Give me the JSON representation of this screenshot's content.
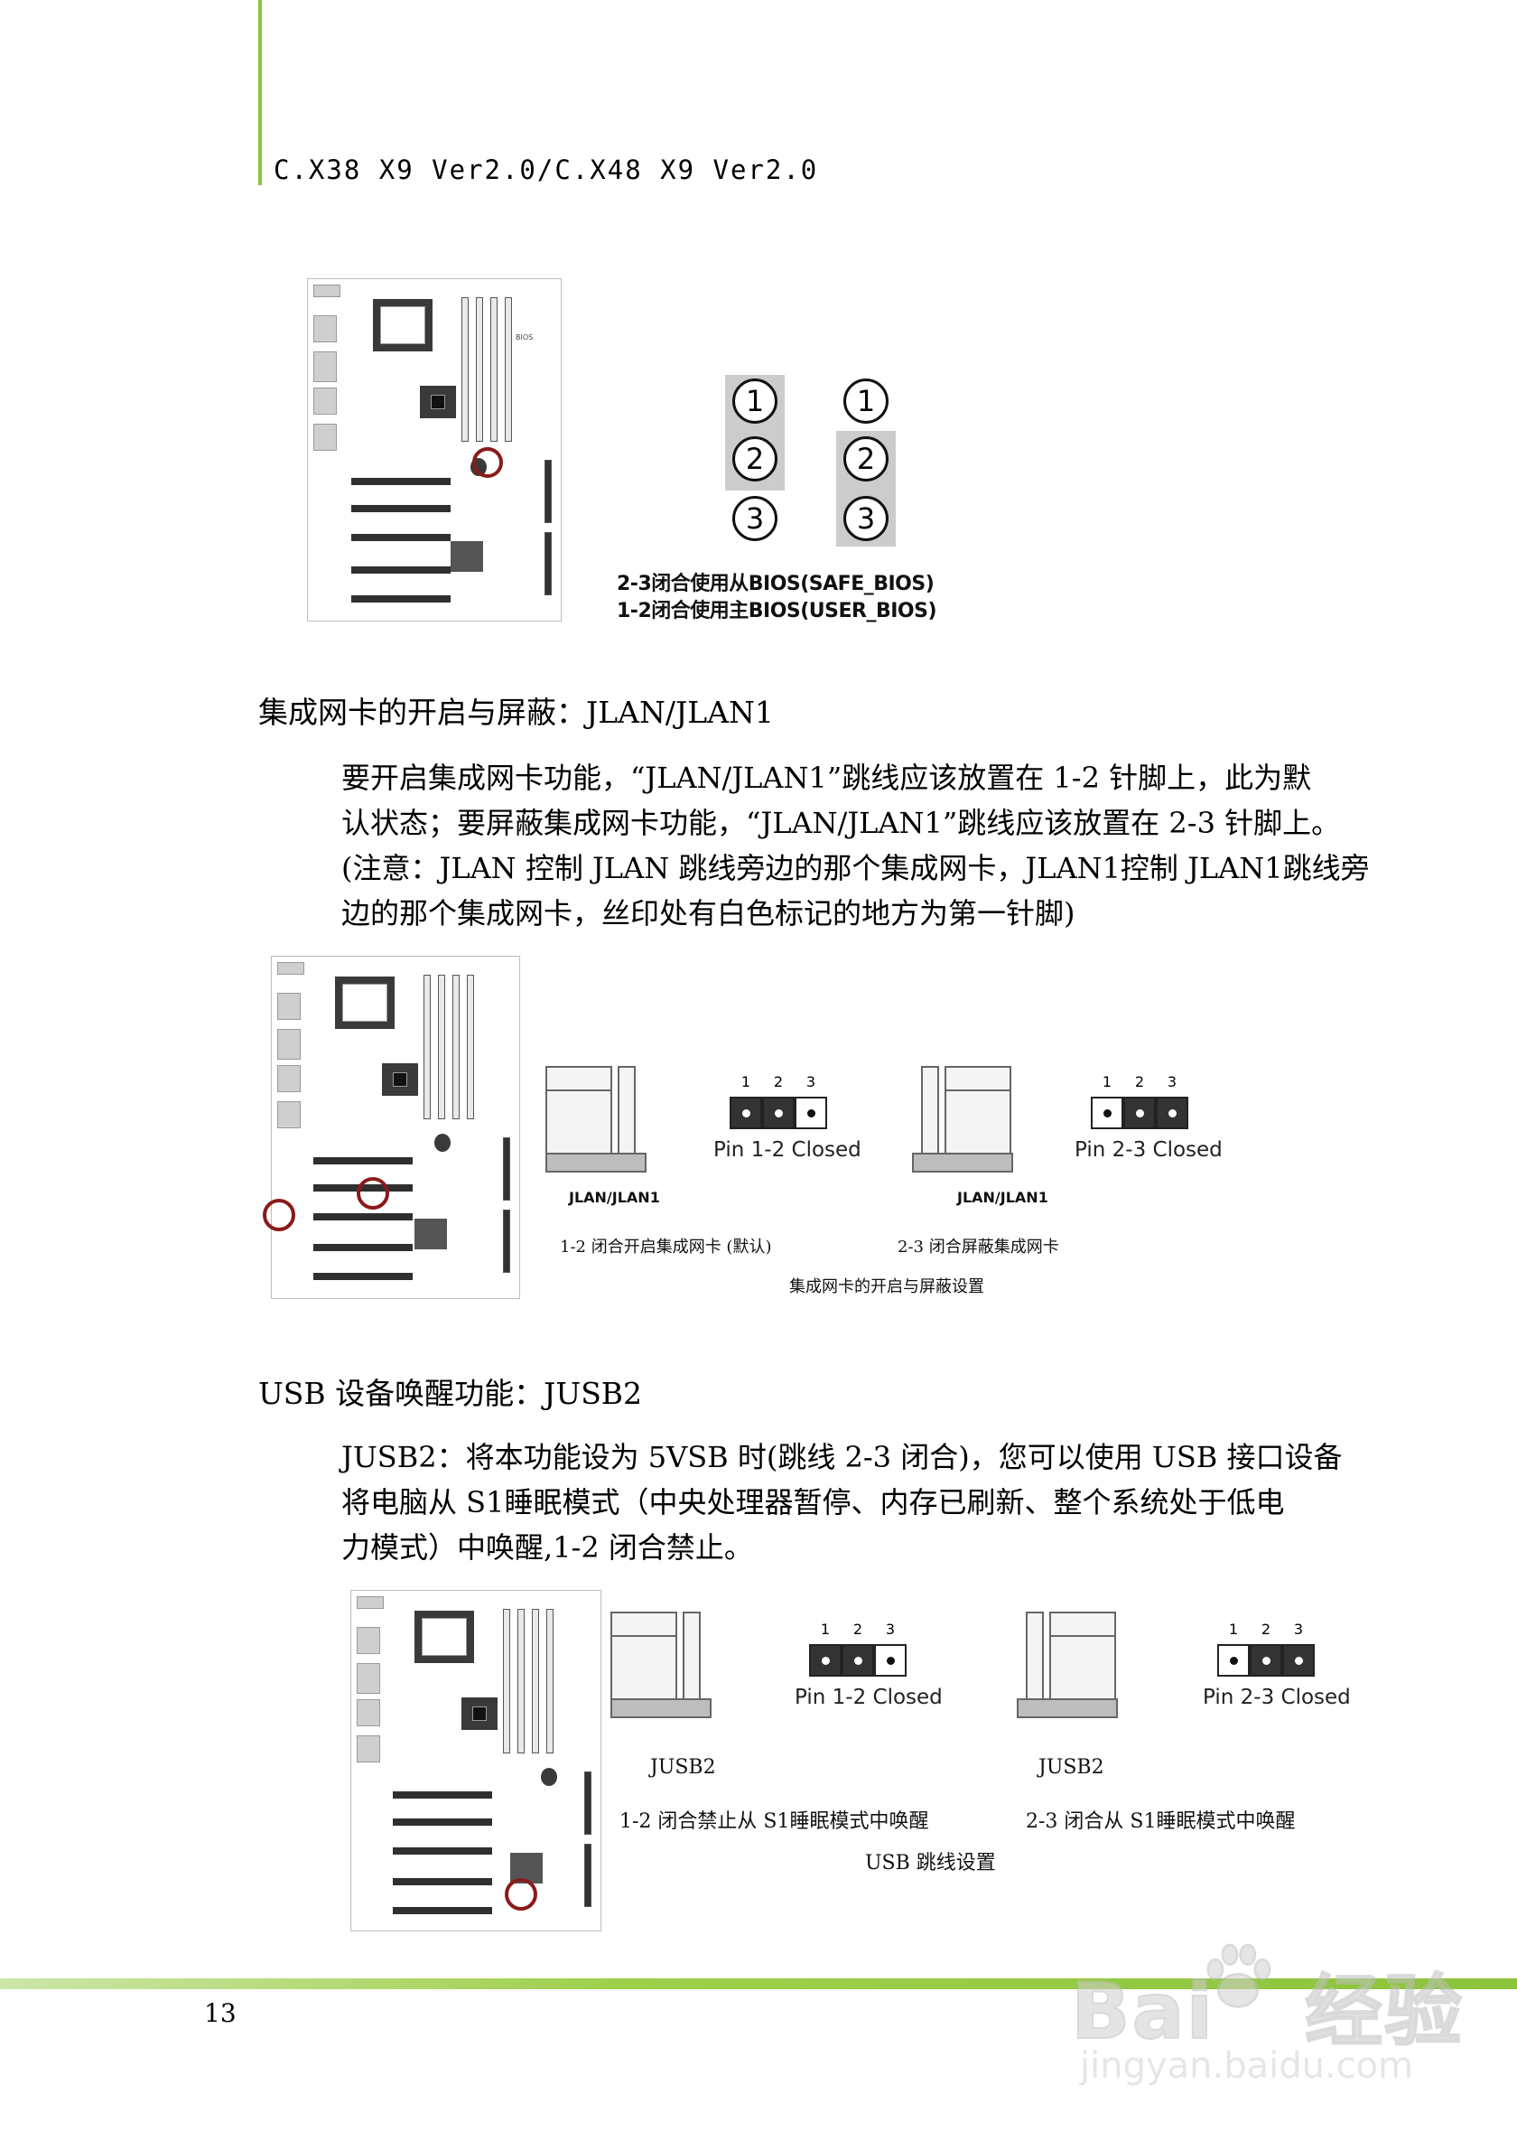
{
  "header": {
    "model": "C.X38 X9 Ver2.0/C.X48 X9 Ver2.0"
  },
  "bios_section": {
    "pins": [
      "1",
      "2",
      "3"
    ],
    "caption_line1": "2-3闭合使用从BIOS(SAFE_BIOS)",
    "caption_line2": "1-2闭合使用主BIOS(USER_BIOS)"
  },
  "jlan_section": {
    "title": "集成网卡的开启与屏蔽：JLAN/JLAN1",
    "paragraph_lines": [
      "要开启集成网卡功能，“JLAN/JLAN1”跳线应该放置在 1-2 针脚上，此为默",
      "认状态；要屏蔽集成网卡功能，“JLAN/JLAN1”跳线应该放置在 2-3 针脚上。",
      "(注意：JLAN 控制 JLAN 跳线旁边的那个集成网卡，JLAN1控制 JLAN1跳线旁",
      "边的那个集成网卡，丝印处有白色标记的地方为第一针脚)"
    ],
    "pin_numbers": [
      "1",
      "2",
      "3"
    ],
    "left_pin_caption": "Pin 1-2 Closed",
    "right_pin_caption": "Pin 2-3 Closed",
    "left_jumper_label": "JLAN/JLAN1",
    "right_jumper_label": "JLAN/JLAN1",
    "left_desc": "1-2 闭合开启集成网卡 (默认)",
    "right_desc": "2-3 闭合屏蔽集成网卡",
    "figure_caption": "集成网卡的开启与屏蔽设置"
  },
  "usb_section": {
    "title": "USB 设备唤醒功能：JUSB2",
    "paragraph_lines": [
      "JUSB2：将本功能设为 5VSB 时(跳线 2-3 闭合)，您可以使用 USB 接口设备",
      "将电脑从 S1睡眠模式（中央处理器暂停、内存已刷新、整个系统处于低电",
      "力模式）中唤醒,1-2 闭合禁止。"
    ],
    "pin_numbers": [
      "1",
      "2",
      "3"
    ],
    "left_pin_caption": "Pin 1-2 Closed",
    "right_pin_caption": "Pin 2-3 Closed",
    "left_jumper_label": "JUSB2",
    "right_jumper_label": "JUSB2",
    "left_desc": "1-2 闭合禁止从 S1睡眠模式中唤醒",
    "right_desc": "2-3 闭合从 S1睡眠模式中唤醒",
    "figure_caption": "USB 跳线设置"
  },
  "footer": {
    "page_number": "13"
  },
  "watermark": {
    "brand": "Bai",
    "brand_tail": "经验",
    "url": "jingyan.baidu.com"
  },
  "colors": {
    "accent_green": "#8cc43c",
    "mark_red": "#8b1a1a"
  }
}
